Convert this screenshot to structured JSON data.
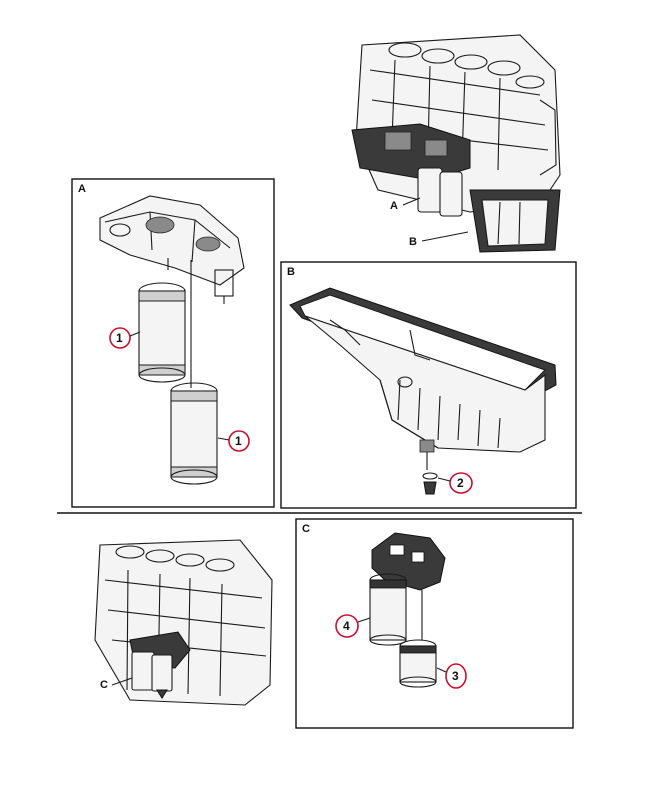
{
  "panels": {
    "a": {
      "letter": "A"
    },
    "b": {
      "letter": "B"
    },
    "c": {
      "letter": "C"
    }
  },
  "overview_top": {
    "label_a": "A",
    "label_b": "B"
  },
  "overview_bottom": {
    "label_c": "C"
  },
  "callouts": {
    "filter_upper": "1",
    "filter_lower": "1",
    "drain_plug": "2",
    "filter_small": "3",
    "filter_large": "4"
  },
  "colors": {
    "callout": "#c8102e",
    "line": "#1a1a1a",
    "paper": "#ffffff"
  }
}
